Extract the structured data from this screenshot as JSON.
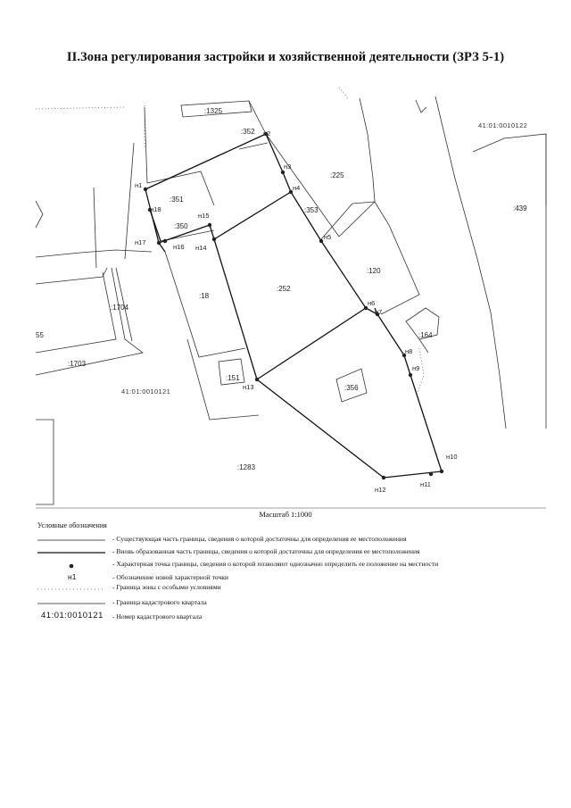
{
  "title": "II.Зона регулирования застройки и хозяйственной деятельности (ЗРЗ 5-1)",
  "scale_text": "Масштаб 1:1000",
  "quarters": [
    {
      "id": "q0122",
      "label": "41:01:0010122"
    },
    {
      "id": "q0121",
      "label": "41:01:0010121"
    }
  ],
  "parcels": [
    {
      "id": "p1325",
      "label": ":1325"
    },
    {
      "id": "p352",
      "label": ":352"
    },
    {
      "id": "p225",
      "label": ":225"
    },
    {
      "id": "p439",
      "label": ":439"
    },
    {
      "id": "p351",
      "label": ":351"
    },
    {
      "id": "p353",
      "label": ":353"
    },
    {
      "id": "p350",
      "label": ":350"
    },
    {
      "id": "p120",
      "label": ":120"
    },
    {
      "id": "p18",
      "label": ":18"
    },
    {
      "id": "p252",
      "label": ":252"
    },
    {
      "id": "p1704",
      "label": ":1704"
    },
    {
      "id": "p55",
      "label": "55"
    },
    {
      "id": "p164",
      "label": ":164"
    },
    {
      "id": "p1703",
      "label": ":1703"
    },
    {
      "id": "p151",
      "label": ":151"
    },
    {
      "id": "p356",
      "label": ":356"
    },
    {
      "id": "p1283",
      "label": ":1283"
    }
  ],
  "points": [
    {
      "id": "n1",
      "label": "н1"
    },
    {
      "id": "n2",
      "label": "н2"
    },
    {
      "id": "n3",
      "label": "н3"
    },
    {
      "id": "n4",
      "label": "н4"
    },
    {
      "id": "n5",
      "label": "н5"
    },
    {
      "id": "n6",
      "label": "н6"
    },
    {
      "id": "n7",
      "label": "н7"
    },
    {
      "id": "n8",
      "label": "н8"
    },
    {
      "id": "n9",
      "label": "н9"
    },
    {
      "id": "n10",
      "label": "н10"
    },
    {
      "id": "n11",
      "label": "н11"
    },
    {
      "id": "n12",
      "label": "н12"
    },
    {
      "id": "n13",
      "label": "н13"
    },
    {
      "id": "n14",
      "label": "н14"
    },
    {
      "id": "n15",
      "label": "н15"
    },
    {
      "id": "n16",
      "label": "н16"
    },
    {
      "id": "n17",
      "label": "н17"
    },
    {
      "id": "n18",
      "label": "н18"
    }
  ],
  "legend": {
    "heading": "Условные обозначения",
    "items": [
      {
        "symbol": "line",
        "text": "- Существующая часть границы, сведения о которой достаточны для определения ее местоположения"
      },
      {
        "symbol": "line",
        "text": "- Вновь образованная часть границы, сведения о которой достаточны для определения ее местоположения"
      },
      {
        "symbol": "dot",
        "text": "- Характерная точка границы, сведения о которой позволяют однозначно определить ее положение на местности"
      },
      {
        "symbol": "text",
        "symbol_text": "н1",
        "text": "- Обозначение новой характерной точки"
      },
      {
        "symbol": "dotted",
        "text": "- Граница зоны с особыми условиями"
      },
      {
        "symbol": "line",
        "text": "- Граница кадастрового квартала"
      },
      {
        "symbol": "kv",
        "symbol_text": "41:01:0010121",
        "text": "- Номер кадастрового квартала"
      }
    ]
  }
}
